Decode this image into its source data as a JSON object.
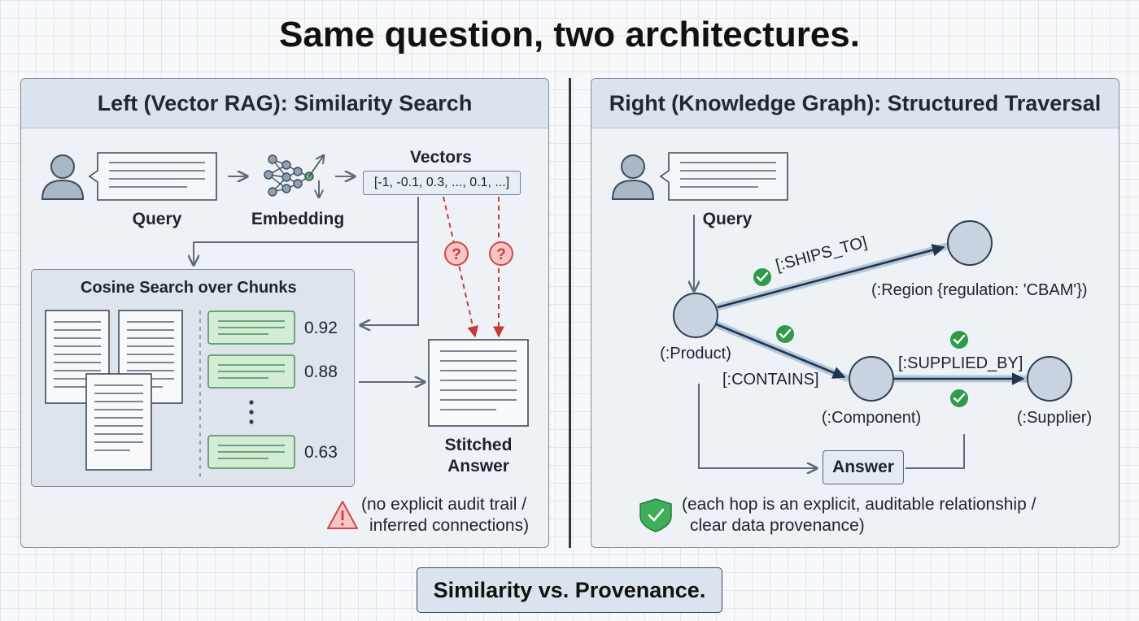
{
  "title": "Same question, two architectures.",
  "left_panel": {
    "heading": "Left (Vector RAG): Similarity Search",
    "query_label": "Query",
    "embedding_label": "Embedding",
    "vectors_label": "Vectors",
    "vector_text": "[-1, -0.1, 0.3, ..., 0.1, ...]",
    "cosine_heading": "Cosine Search over Chunks",
    "scores": [
      "0.92",
      "0.88",
      "0.63"
    ],
    "answer_label_line1": "Stitched",
    "answer_label_line2": "Answer",
    "question_mark": "?",
    "warning_line1": "(no explicit audit trail /",
    "warning_line2": "inferred connections)"
  },
  "right_panel": {
    "heading": "Right (Knowledge Graph): Structured Traversal",
    "query_label": "Query",
    "nodes": {
      "product": "(:Product)",
      "region": "(:Region {regulation: 'CBAM'})",
      "component": "(:Component)",
      "supplier": "(:Supplier)"
    },
    "edges": {
      "ships_to": "[:SHIPS_TO]",
      "contains": "[:CONTAINS]",
      "supplied_by": "[:SUPPLIED_BY]"
    },
    "answer_label": "Answer",
    "provenance_line1": "(each hop is an explicit, auditable relationship /",
    "provenance_line2": "clear data provenance)"
  },
  "footer": "Similarity vs. Provenance.",
  "colors": {
    "accent_dark": "#2c3e55",
    "node_fill": "#c8d3df",
    "chunk_green": "#d2ecd6",
    "check_green": "#2f9a4a",
    "warn_red": "#d64545",
    "question_fill": "#f6c5c5"
  }
}
